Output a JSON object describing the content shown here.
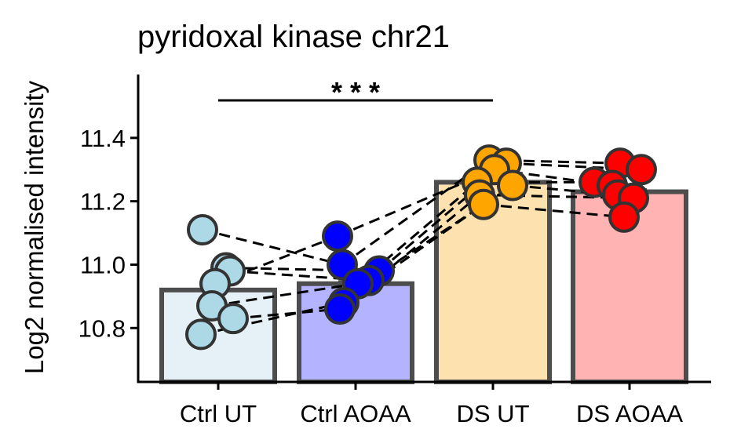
{
  "chart_data": {
    "type": "bar",
    "title": "pyridoxal kinase chr21",
    "xlabel": "",
    "ylabel": "Log2 normalised intensity",
    "categories": [
      "Ctrl UT",
      "Ctrl AOAA",
      "DS UT",
      "DS AOAA"
    ],
    "values": [
      10.92,
      10.94,
      11.26,
      11.23
    ],
    "error_upper": [
      10.955,
      10.945,
      11.265,
      11.235
    ],
    "bar_colors": [
      "#e6f1f7",
      "#b3b3ff",
      "#fde2b0",
      "#ffb3b3"
    ],
    "point_colors": [
      "#add8e6",
      "#0000ff",
      "#ffa500",
      "#ff0000"
    ],
    "points": [
      [
        11.11,
        10.99,
        10.98,
        10.94,
        10.87,
        10.83,
        10.78
      ],
      [
        11.09,
        11.0,
        10.98,
        10.95,
        10.94,
        10.88,
        10.86
      ],
      [
        11.33,
        11.32,
        11.3,
        11.26,
        11.25,
        11.22,
        11.19
      ],
      [
        11.32,
        11.3,
        11.26,
        11.25,
        11.22,
        11.21,
        11.15
      ]
    ],
    "ylim": [
      10.63,
      11.6
    ],
    "yticks": [
      10.8,
      11.0,
      11.2,
      11.4
    ],
    "ytick_labels": [
      "10.8",
      "11.0",
      "11.2",
      "11.4"
    ],
    "significance": {
      "from": "Ctrl UT",
      "to": "DS UT",
      "label": "* * *"
    },
    "grid": false,
    "legend": "none"
  }
}
